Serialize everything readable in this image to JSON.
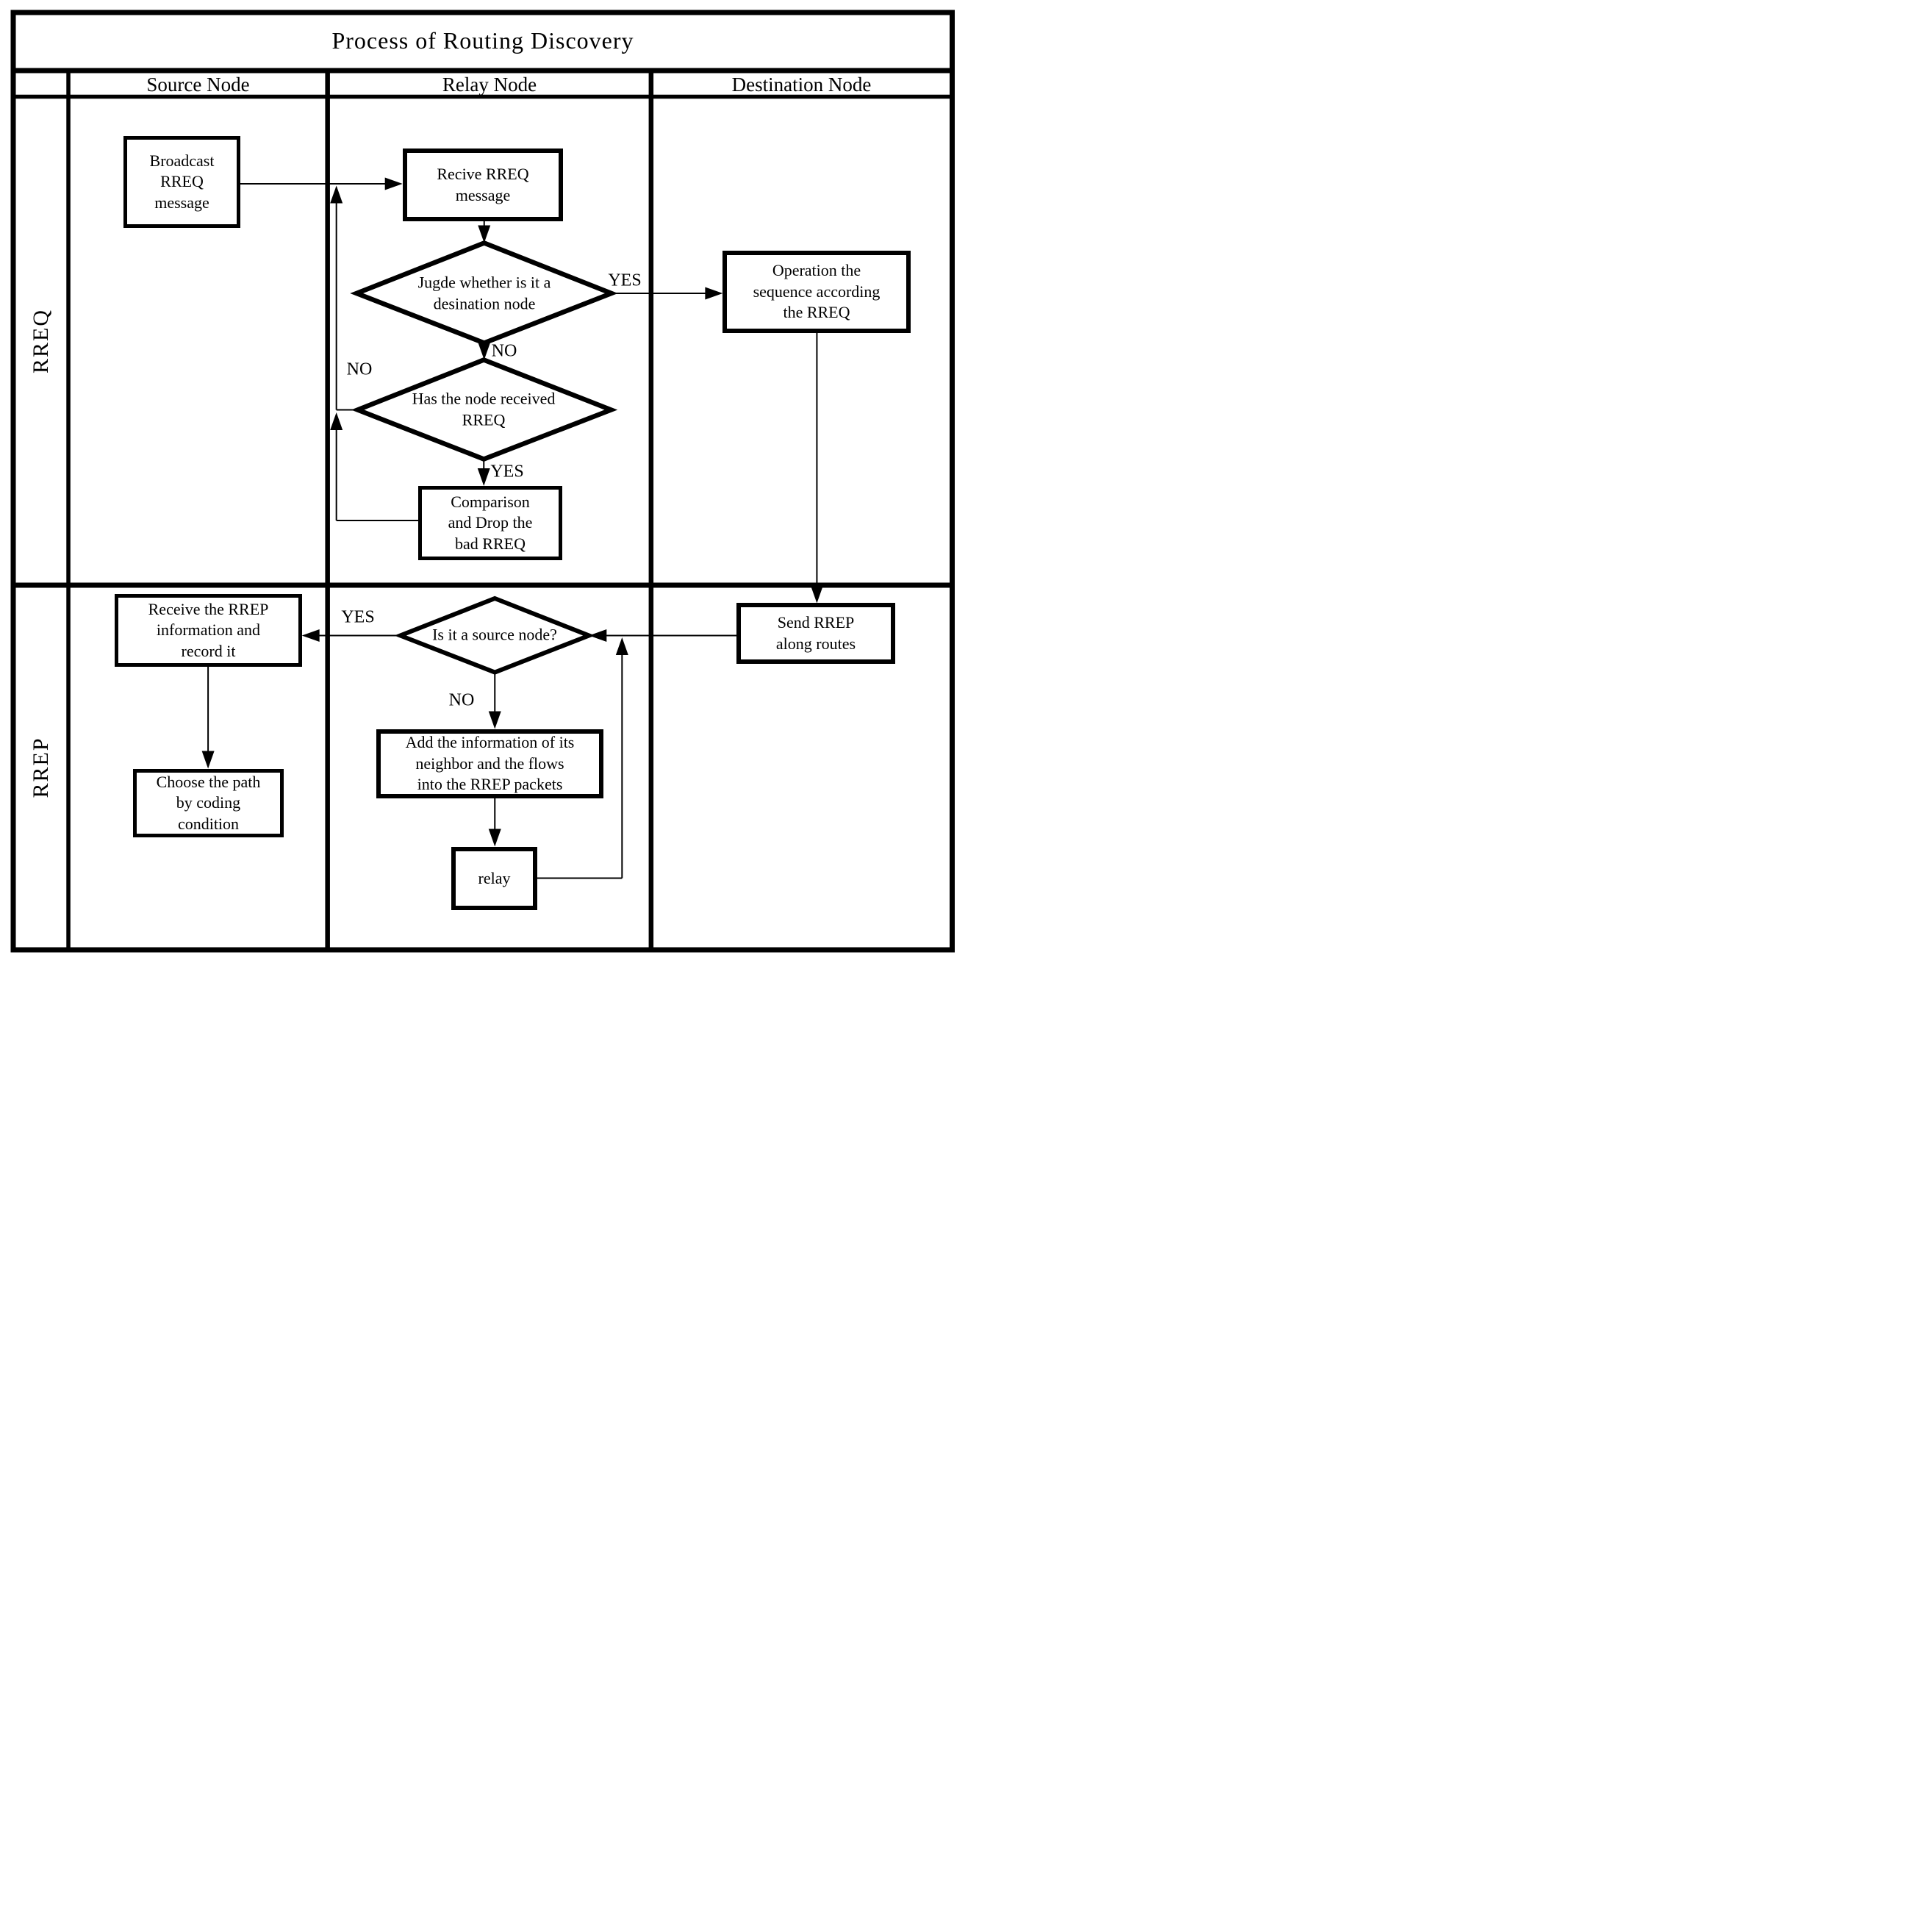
{
  "title": "Process of Routing Discovery",
  "columns": {
    "source": "Source Node",
    "relay": "Relay Node",
    "destination": "Destination Node"
  },
  "rows": {
    "rreq": "RREQ",
    "rrep": "RREP"
  },
  "nodes": {
    "broadcast_rreq": "Broadcast\nRREQ\nmessage",
    "receive_rreq": "Recive RREQ\nmessage",
    "judge_destination": "Jugde whether is it a\ndesination node",
    "operation_sequence": "Operation the\nsequence according\nthe RREQ",
    "has_received": "Has the node received\nRREQ",
    "comparison_drop": "Comparison\nand Drop the\nbad RREQ",
    "receive_rrep": "Receive the RREP\ninformation and\nrecord it",
    "choose_path": "Choose the path\nby coding\ncondition",
    "is_source_node": "Is it a source node?",
    "add_information": "Add the information of its\nneighbor and the flows\ninto the RREP packets",
    "relay": "relay",
    "send_rrep": "Send RREP\nalong routes"
  },
  "edge_labels": {
    "judge_yes": "YES",
    "judge_no": "NO",
    "loop_no": "NO",
    "received_yes": "YES",
    "source_yes": "YES",
    "source_no": "NO"
  },
  "colors": {
    "ink": "#000000",
    "paper": "#ffffff"
  }
}
